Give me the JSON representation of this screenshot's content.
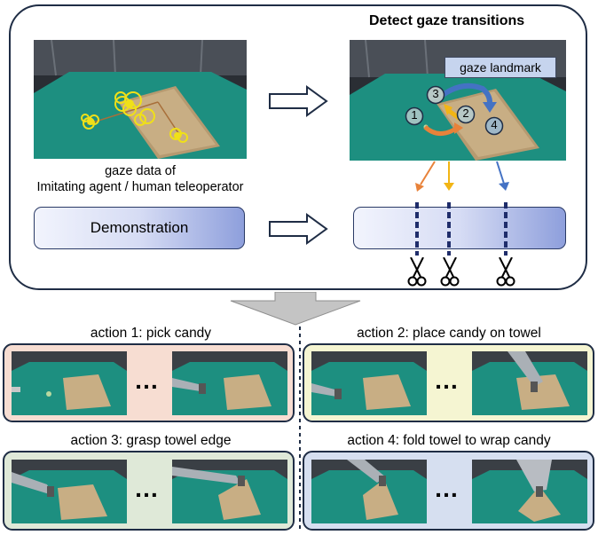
{
  "top": {
    "title": "Detect gaze transitions",
    "caption_line1": "gaze data of",
    "caption_line2": "Imitating agent / human teleoperator",
    "demonstration_label": "Demonstration",
    "gaze_landmark_label": "gaze landmark",
    "landmark_numbers": [
      "1",
      "2",
      "3",
      "4"
    ]
  },
  "actions": [
    {
      "title": "action 1: pick candy",
      "bg": "#f7ddd2"
    },
    {
      "title": "action 2: place candy on towel",
      "bg": "#f5f5d2"
    },
    {
      "title": "action 3: grasp towel edge",
      "bg": "#dfe9d8"
    },
    {
      "title": "action 4: fold towel to wrap candy",
      "bg": "#d6dff0"
    }
  ],
  "ellipsis": "…",
  "colors": {
    "panel_border": "#1f2d45",
    "arrow_orange": "#e8823a",
    "arrow_yellow": "#f2b515",
    "arrow_blue": "#4472c4",
    "cut_line": "#1f2d6b",
    "down_arrow": "#c4c4c4",
    "table_green": "#1d8f80"
  },
  "icons": [
    "scissors-icon",
    "right-arrow-icon",
    "down-arrow-icon"
  ]
}
